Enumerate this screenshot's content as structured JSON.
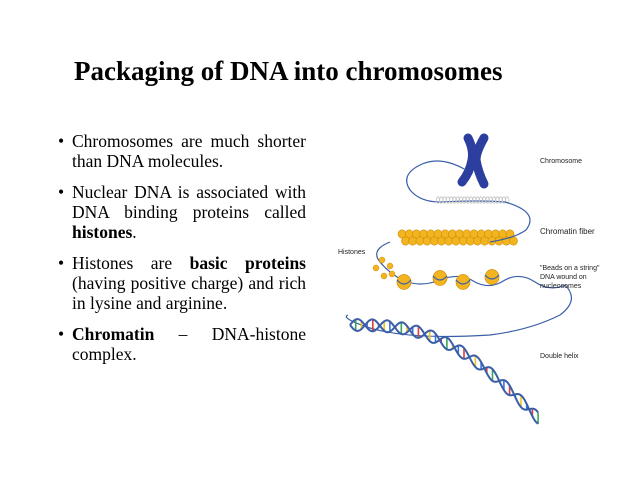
{
  "slide": {
    "title": "Packaging of DNA into chromosomes",
    "bullets": [
      {
        "parts": [
          {
            "text": "Chromosomes are much shorter than DNA molecules.",
            "bold": false
          }
        ]
      },
      {
        "parts": [
          {
            "text": "Nuclear DNA is associated with DNA binding proteins called ",
            "bold": false
          },
          {
            "text": "histones",
            "bold": true
          },
          {
            "text": ".",
            "bold": false
          }
        ]
      },
      {
        "parts": [
          {
            "text": "Histones are ",
            "bold": false
          },
          {
            "text": "basic proteins",
            "bold": true
          },
          {
            "text": " (having positive charge) and rich in lysine and arginine.",
            "bold": false
          }
        ]
      },
      {
        "parts": [
          {
            "text": "Chromatin",
            "bold": true
          },
          {
            "text": " – DNA-histone complex.",
            "bold": false
          }
        ]
      }
    ]
  },
  "figure": {
    "labels": {
      "chromosome": "Chromosome",
      "chromatin_fiber": "Chromatin fiber",
      "histones": "Histones",
      "beads_1": "\"Beads on a string\"",
      "beads_2": "DNA wound on",
      "beads_3": "nucleosomes",
      "double_helix": "Double helix"
    },
    "colors": {
      "chromosome": "#2c3e9e",
      "dna_strand": "#3a5fa8",
      "histone": "#f2b51f",
      "histone_dark": "#d18c0a",
      "fiber_coil": "#c0c0c0",
      "base_pairs": [
        "#e23b3b",
        "#3aa655",
        "#f0c419",
        "#3b6fe2"
      ]
    }
  }
}
